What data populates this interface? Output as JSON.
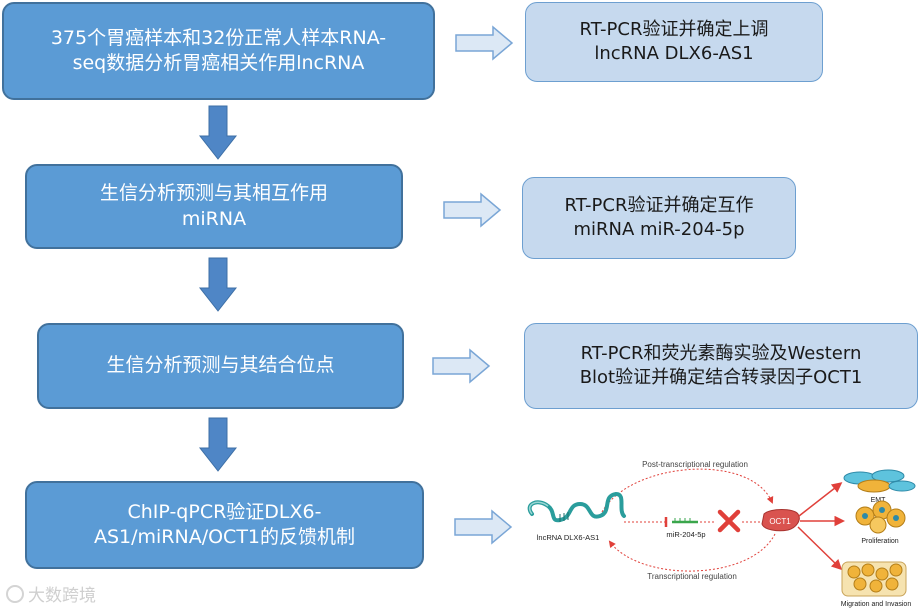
{
  "steps": [
    {
      "line1": "375个胃癌样本和32份正常人样本RNA-",
      "line2": "seq数据分析胃癌相关作用lncRNA"
    },
    {
      "line1": "生信分析预测与其相互作用",
      "line2": "miRNA"
    },
    {
      "line1": "生信分析预测与其结合位点",
      "line2": ""
    },
    {
      "line1": "ChIP-qPCR验证DLX6-",
      "line2": "AS1/miRNA/OCT1的反馈机制"
    }
  ],
  "results": [
    {
      "line1": "RT-PCR验证并确定上调",
      "line2": "lncRNA DLX6-AS1"
    },
    {
      "line1": "RT-PCR验证并确定互作",
      "line2": "miRNA miR-204-5p"
    },
    {
      "line1": "RT-PCR和荧光素酶实验及Western",
      "line2": "Blot验证并确定结合转录因子OCT1"
    }
  ],
  "mechanism": {
    "top_label": "Post-transcriptional regulation",
    "bottom_label": "Transcriptional regulation",
    "lncrna_label": "lncRNA DLX6-AS1",
    "mirna_label": "miR-204-5p",
    "tf_label": "OCT1",
    "outcomes": [
      "EMT",
      "Proliferation",
      "Migration and Invasion"
    ]
  },
  "colors": {
    "step_fill": "#5b9bd5",
    "result_fill": "#c6d9ee",
    "arrow_fill": "#4f86c6",
    "inhibit": "#e0403a",
    "oct1": "#d9534f"
  },
  "watermark": "大数跨境"
}
